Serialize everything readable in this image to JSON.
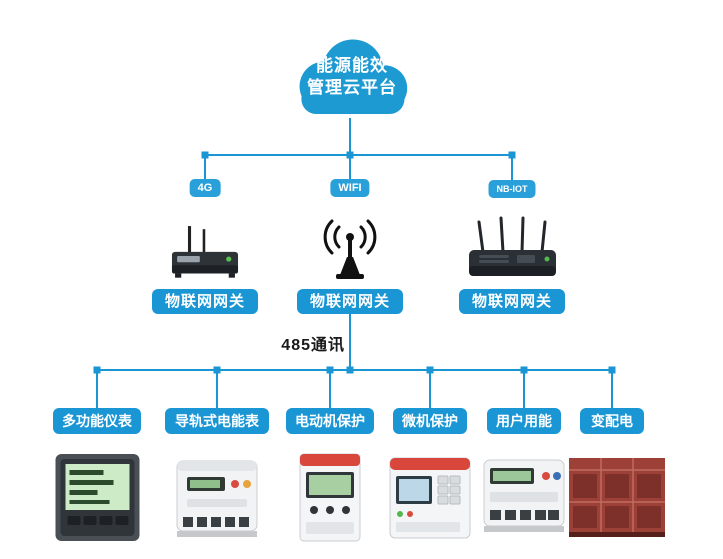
{
  "colors": {
    "accent": "#1b96d5",
    "cloud": "#1e9ad2"
  },
  "cloud": {
    "title_line1": "能源能效",
    "title_line2": "管理云平台"
  },
  "gateways": [
    {
      "badge": "4G",
      "label": "物联网网关",
      "icon": "router-4g-icon"
    },
    {
      "badge": "WIFI",
      "label": "物联网网关",
      "icon": "wifi-antenna-icon"
    },
    {
      "badge": "NB-IOT",
      "label": "物联网网关",
      "icon": "router-nbiot-icon"
    }
  ],
  "bus": {
    "label": "485通讯"
  },
  "devices": [
    {
      "label": "多功能仪表",
      "icon": "multifunction-meter-icon"
    },
    {
      "label": "导轨式电能表",
      "icon": "din-rail-meter-icon"
    },
    {
      "label": "电动机保护",
      "icon": "motor-protector-icon"
    },
    {
      "label": "微机保护",
      "icon": "microcomputer-protection-icon"
    },
    {
      "label": "用户用能",
      "icon": "user-energy-meter-icon"
    },
    {
      "label": "变配电",
      "icon": "distribution-cabinet-icon"
    }
  ]
}
